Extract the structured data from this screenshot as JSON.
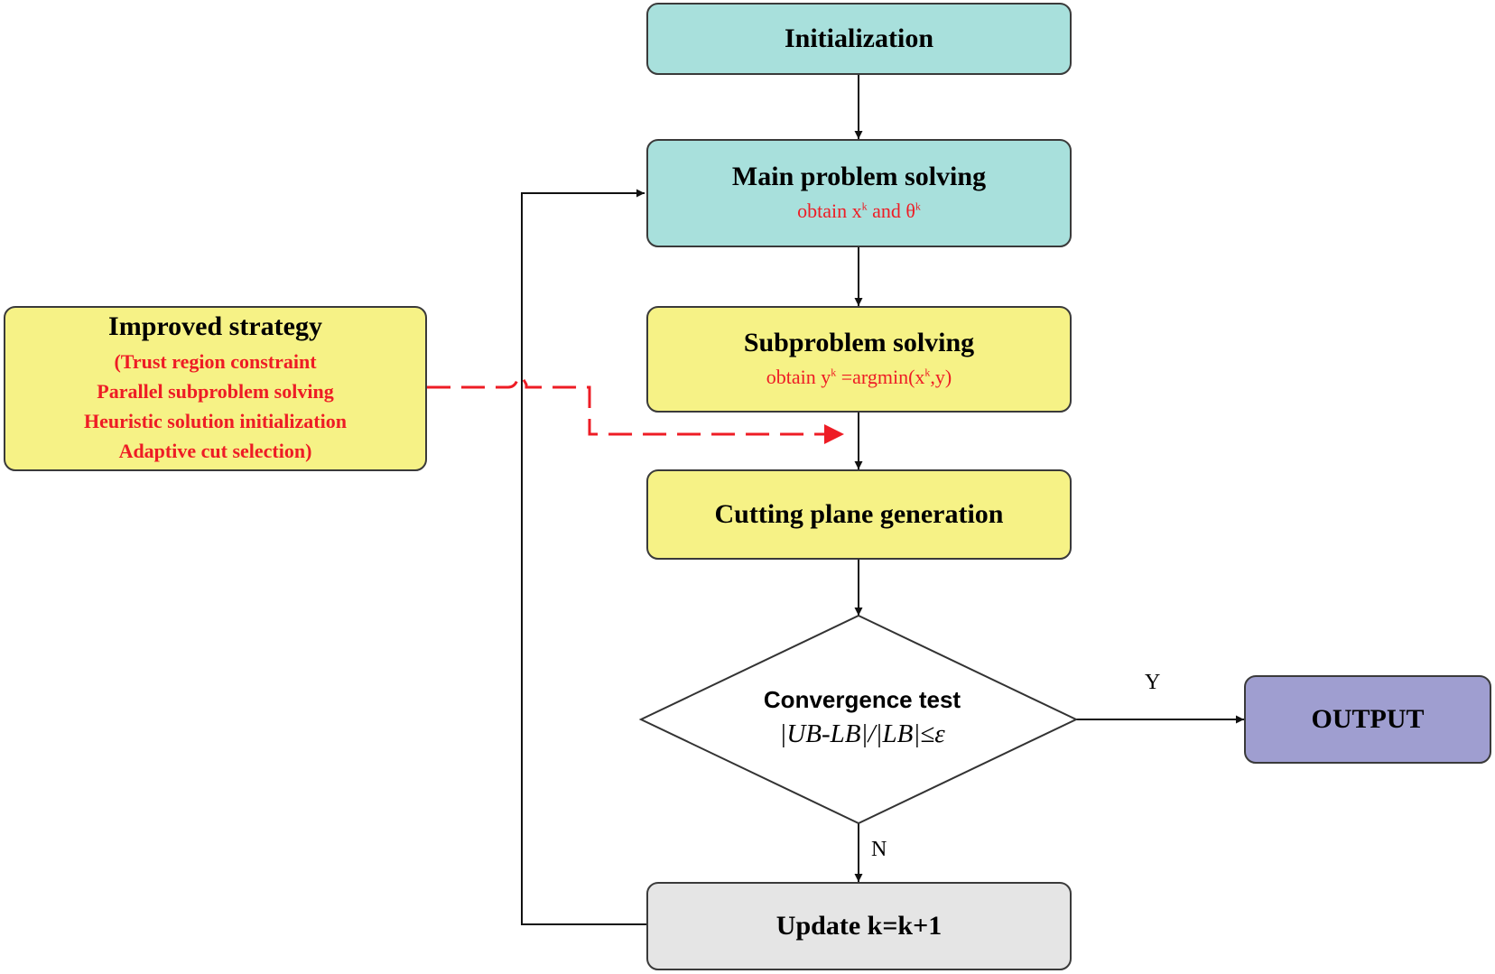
{
  "nodes": {
    "initialization": {
      "title": "Initialization"
    },
    "main_problem": {
      "title": "Main problem solving",
      "sub_prefix": "obtain x",
      "sub_sup1": "k",
      "sub_mid": " and θ",
      "sub_sup2": "k"
    },
    "subproblem": {
      "title": "Subproblem solving",
      "sub_prefix": "obtain y",
      "sub_sup1": "k",
      "sub_mid": " =argmin(x",
      "sub_sup2": "k",
      "sub_suffix": ",y)"
    },
    "cutting_plane": {
      "title": "Cutting plane generation"
    },
    "convergence": {
      "title": "Convergence test",
      "formula": "|UB-LB|/|LB|≤ε"
    },
    "output": {
      "title": "OUTPUT"
    },
    "update": {
      "title": "Update k=k+1"
    },
    "improved_strategy": {
      "title": "Improved strategy",
      "items": [
        "(Trust region constraint",
        "Parallel subproblem solving",
        "Heuristic solution initialization",
        "Adaptive cut selection)"
      ]
    }
  },
  "edge_labels": {
    "yes": "Y",
    "no": "N"
  },
  "colors": {
    "cyan": "#a8e0dc",
    "yellow": "#f6f286",
    "grey": "#e5e5e5",
    "purple": "#9f9ed0",
    "red": "#ee1c25"
  }
}
